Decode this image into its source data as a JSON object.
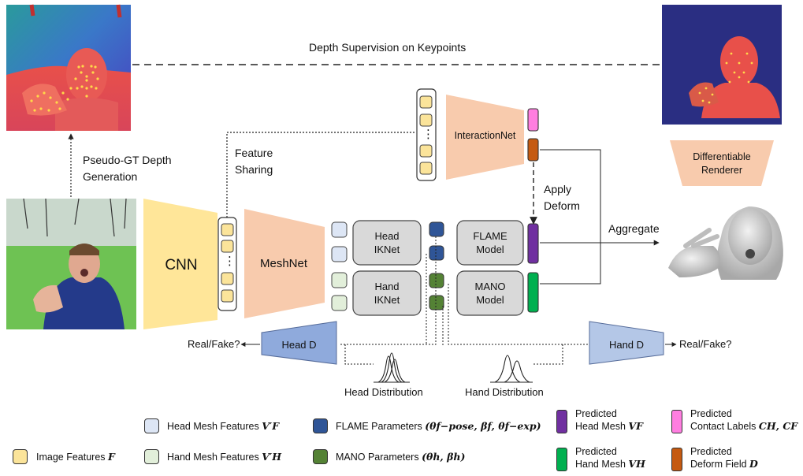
{
  "labels": {
    "depth_supervision": "Depth Supervision on Keypoints",
    "pseudo_gt_line1": "Pseudo-GT Depth",
    "pseudo_gt_line2": "Generation",
    "feature_line1": "Feature",
    "feature_line2": "Sharing",
    "interactionnet": "InteractionNet",
    "apply_line1": "Apply",
    "apply_line2": "Deform",
    "aggregate": "Aggregate",
    "renderer_line1": "Differentiable",
    "renderer_line2": "Renderer",
    "cnn": "CNN",
    "meshnet": "MeshNet",
    "head_iknet_line1": "Head",
    "head_iknet_line2": "IKNet",
    "hand_iknet_line1": "Hand",
    "hand_iknet_line2": "IKNet",
    "flame_line1": "FLAME",
    "flame_line2": "Model",
    "mano_line1": "MANO",
    "mano_line2": "Model",
    "head_d": "Head D",
    "hand_d": "Hand D",
    "real_fake_left": "Real/Fake?",
    "real_fake_right": "Real/Fake?",
    "head_distribution": "Head Distribution",
    "hand_distribution": "Hand Distribution",
    "vdots": "⋮"
  },
  "legend": {
    "image_features": {
      "text": "Image Features",
      "sym": "F"
    },
    "head_mesh_features": {
      "text": "Head Mesh Features",
      "sym": "V′F"
    },
    "hand_mesh_features": {
      "text": "Hand Mesh Features",
      "sym": "V′H"
    },
    "flame_params": {
      "text": "FLAME Parameters",
      "sym": "(θf−pose, βf, θf−exp)"
    },
    "mano_params": {
      "text": "MANO Parameters",
      "sym": "(θh, βh)"
    },
    "pred_head_line1": "Predicted",
    "pred_head_line2": "Head Mesh",
    "pred_head_sym": "VF",
    "pred_hand_line1": "Predicted",
    "pred_hand_line2": "Hand Mesh",
    "pred_hand_sym": "VH",
    "pred_contact_line1": "Predicted",
    "pred_contact_line2": "Contact Labels",
    "pred_contact_sym": "CH, CF",
    "pred_deform_line1": "Predicted",
    "pred_deform_line2": "Deform Field",
    "pred_deform_sym": "D"
  },
  "colors": {
    "image_feature": "#fbe49a",
    "head_mesh_feature": "#dde6f5",
    "hand_mesh_feature": "#e2efda",
    "flame_param": "#2f5597",
    "mano_param": "#548235",
    "pred_head_mesh": "#7030a0",
    "pred_hand_mesh": "#00b050",
    "contact_label": "#ff7ee0",
    "deform_field": "#c55a11",
    "encoder": "#f8cbad",
    "cnn": "#ffe699",
    "discriminator_head": "#8faadc",
    "discriminator_hand": "#b4c7e7",
    "iknet_box": "#d9d9d9"
  }
}
